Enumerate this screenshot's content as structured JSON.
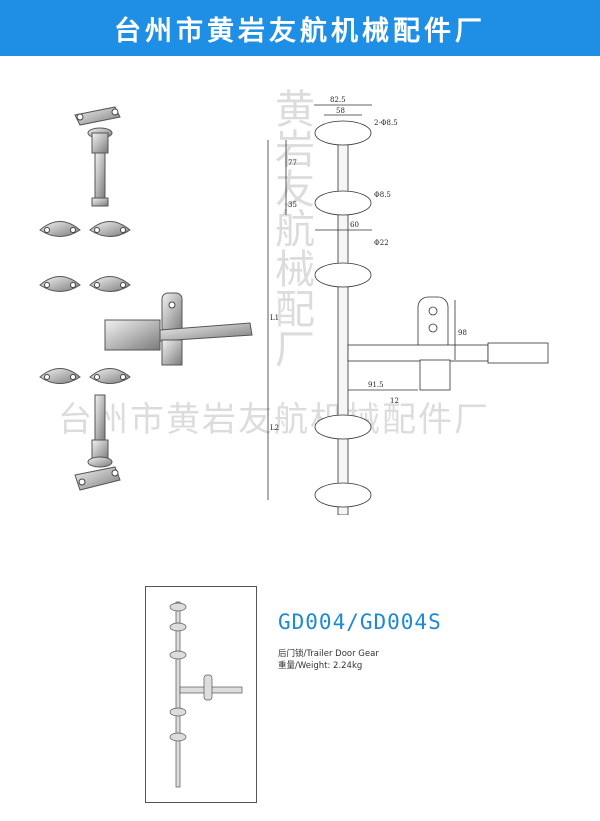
{
  "header": {
    "title": "台州市黄岩友航机械配件厂",
    "background": "#1f8fe6"
  },
  "watermark": {
    "horizontal": "台州市黄岩友航机械配件厂",
    "vertical": "黄岩友航械配厂"
  },
  "product": {
    "code": "GD004/GD004S",
    "name": "后门锁/Trailer Door Gear",
    "weight": "重量/Weight: 2.24kg"
  },
  "dimensions": {
    "d1": "82.5",
    "d2": "58",
    "d3": "2-Φ8.5",
    "d4": "77",
    "d5": "Φ8.5",
    "d6": "35",
    "d7": "60",
    "d8": "Φ22",
    "d9": "L1",
    "d10": "98",
    "d11": "91.5",
    "d12": "12",
    "d13": "L2"
  }
}
